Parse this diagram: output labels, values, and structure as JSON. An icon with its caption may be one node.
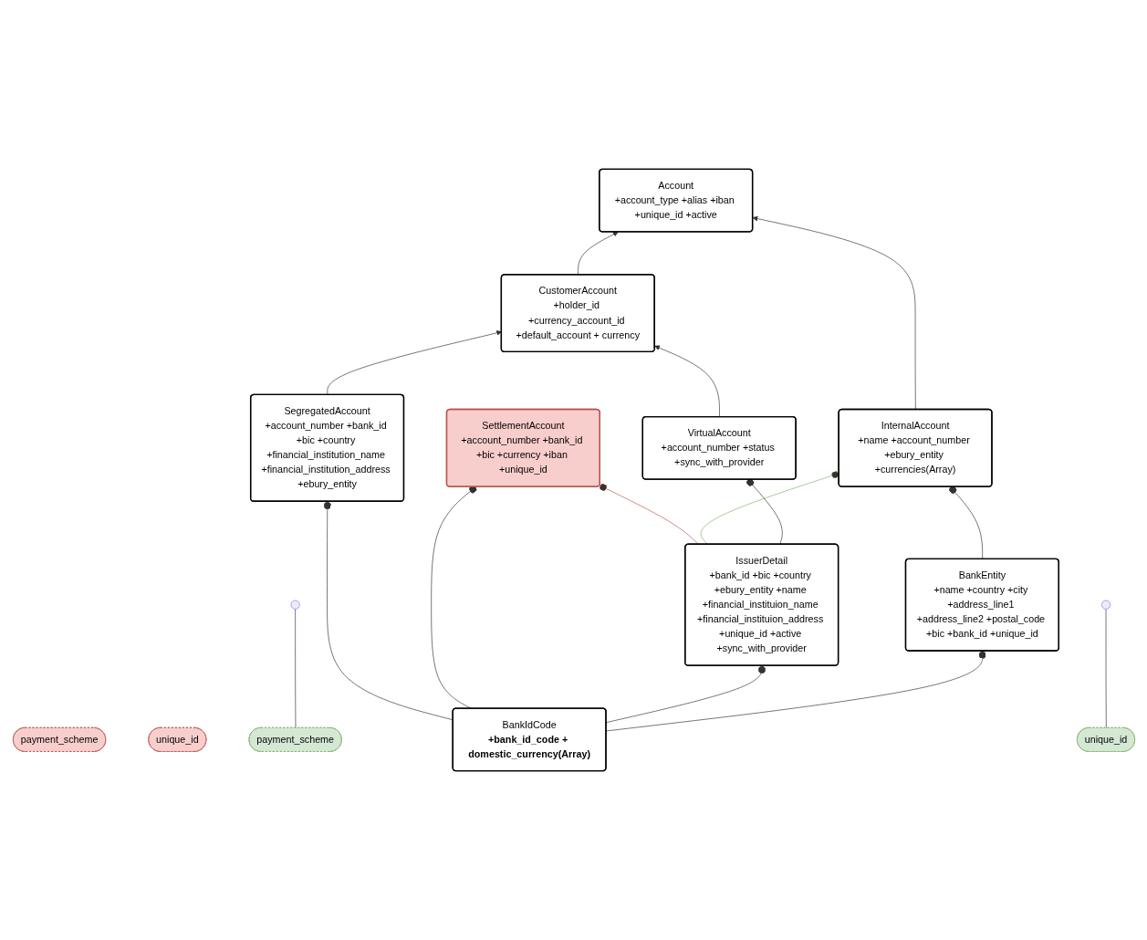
{
  "diagram": {
    "nodes": [
      {
        "text": [
          "Account",
          "+account_type +alias +iban +unique_id +active"
        ]
      },
      {
        "text": [
          "CustomerAccount",
          "+holder_id +currency_account_id +default_account + currency"
        ]
      },
      {
        "text": [
          "VirtualAccount",
          "+account_number +status +sync_with_provider"
        ]
      },
      {
        "text": [
          "SegregatedAccount",
          "+account_number +bank_id +bic +country +financial_institution_name +financial_institution_address +ebury_entity"
        ]
      },
      {
        "text": [
          "SettlementAccount",
          "+account_number +bank_id +bic +currency +iban +unique_id"
        ]
      },
      {
        "text": [
          "InternalAccount",
          "+name +account_number +ebury_entity +currencies(Array)"
        ]
      },
      {
        "text": [
          "payment_scheme"
        ]
      },
      {
        "text": [
          "unique_id"
        ]
      },
      {
        "text": [
          "payment_scheme"
        ]
      },
      {
        "text": [
          "unique_id"
        ]
      },
      {
        "text": [
          "BankIdCode",
          "+bank_id_code + domestic_currency(Array)"
        ]
      },
      {
        "text": [
          "IssuerDetail",
          "+bank_id +bic +country +ebury_entity +name +financial_instituion_name +financial_instituion_address +unique_id +active +sync_with_provider"
        ]
      },
      {
        "text": [
          "BankEntity",
          "+name +country +city +address_line1 +address_line2 +postal_code +bic +bank_id +unique_id"
        ]
      }
    ],
    "edges": [
      {
        "from": 1,
        "to": 0,
        "arrow": "to"
      },
      {
        "from": 5,
        "to": 0,
        "arrow": "to"
      },
      {
        "from": 2,
        "to": 1,
        "arrow": "to"
      },
      {
        "from": 3,
        "to": 1,
        "arrow": "to"
      },
      {
        "from": 10,
        "to": 3,
        "arrow": "other"
      },
      {
        "from": 10,
        "to": 4,
        "arrow": "other"
      },
      {
        "from": 11,
        "to": 4,
        "arrow": "other",
        "color": "#b85450"
      },
      {
        "from": 11,
        "to": 5,
        "arrow": "other",
        "color": "#82b366"
      },
      {
        "from": 8,
        "to": null,
        "arrow": "none"
      },
      {
        "from": 9,
        "to": null,
        "arrow": "none"
      },
      {
        "from": 10,
        "to": 11,
        "arrow": "other"
      },
      {
        "from": 10,
        "to": 12,
        "arrow": "other"
      },
      {
        "from": 12,
        "to": 5,
        "arrow": "other"
      },
      {
        "from": 11,
        "to": 2,
        "arrow": "other"
      }
    ]
  }
}
